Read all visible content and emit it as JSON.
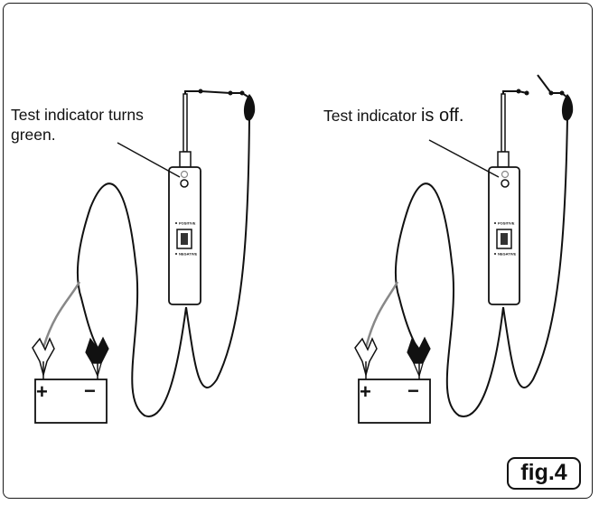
{
  "left_panel": {
    "caption_line1": "Test indicator turns",
    "caption_line2": "green.",
    "switch_positive": "POSITIVE",
    "switch_negative": "NEGATIVE",
    "battery_plus": "+",
    "battery_minus": "−"
  },
  "right_panel": {
    "caption_part1": "Test indicator ",
    "caption_part2": "is off.",
    "switch_positive": "POSITIVE",
    "switch_negative": "NEGATIVE",
    "battery_plus": "+",
    "battery_minus": "−"
  },
  "figure_label": "fig.4"
}
